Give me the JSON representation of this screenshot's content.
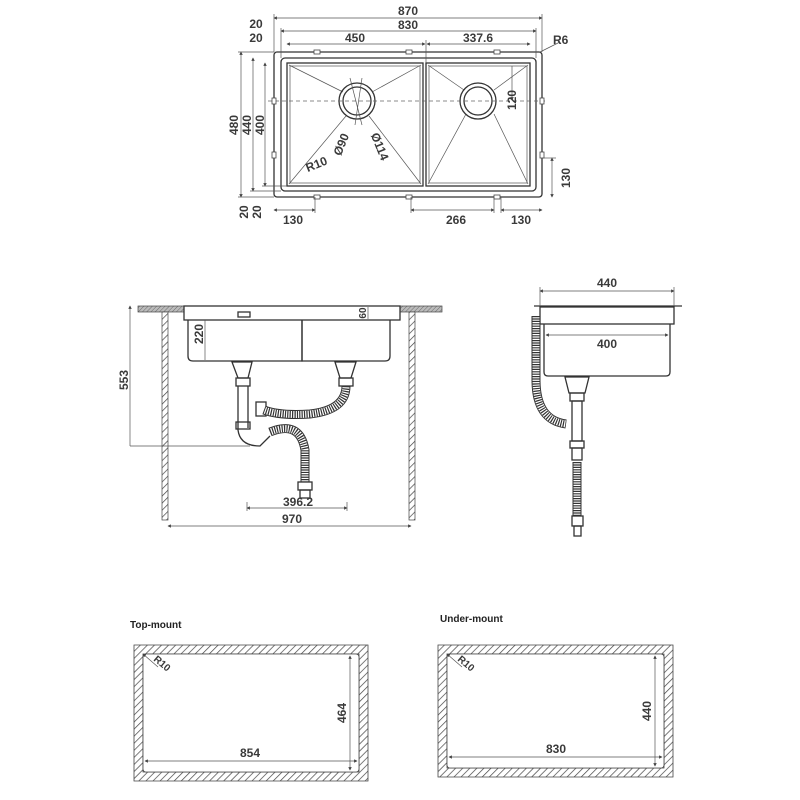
{
  "top_view": {
    "dims": {
      "overall_width": "870",
      "inner_width": "830",
      "left_bowl_width": "450",
      "right_bowl_width": "337.6",
      "flange_left_outer": "20",
      "flange_left_inner": "20",
      "corner_radius": "R6",
      "overall_depth": "480",
      "inner_depth": "440",
      "bowl_depth": "400",
      "flange_bottom_outer": "20",
      "flange_bottom_inner": "20",
      "drain_offset": "120",
      "drain_small_dia": "Ø90",
      "drain_large_dia": "Ø114",
      "bowl_radius": "R10",
      "clip_left_offset": "130",
      "clip_spacing": "266",
      "clip_right_offset": "130",
      "clip_side_offset": "130"
    }
  },
  "front_view": {
    "dims": {
      "total_height": "553",
      "bowl_depth": "220",
      "rim_height": "60",
      "outlet_spacing": "396.2",
      "cabinet_width": "970"
    }
  },
  "side_view": {
    "dims": {
      "outer_depth": "440",
      "bowl_depth": "400"
    }
  },
  "cutouts": [
    {
      "title": "Top-mount",
      "width": "854",
      "height": "464",
      "radius": "R10"
    },
    {
      "title": "Under-mount",
      "width": "830",
      "height": "440",
      "radius": "R10"
    }
  ],
  "colors": {
    "line": "#333333",
    "text": "#3a3a3a",
    "background": "#ffffff"
  }
}
